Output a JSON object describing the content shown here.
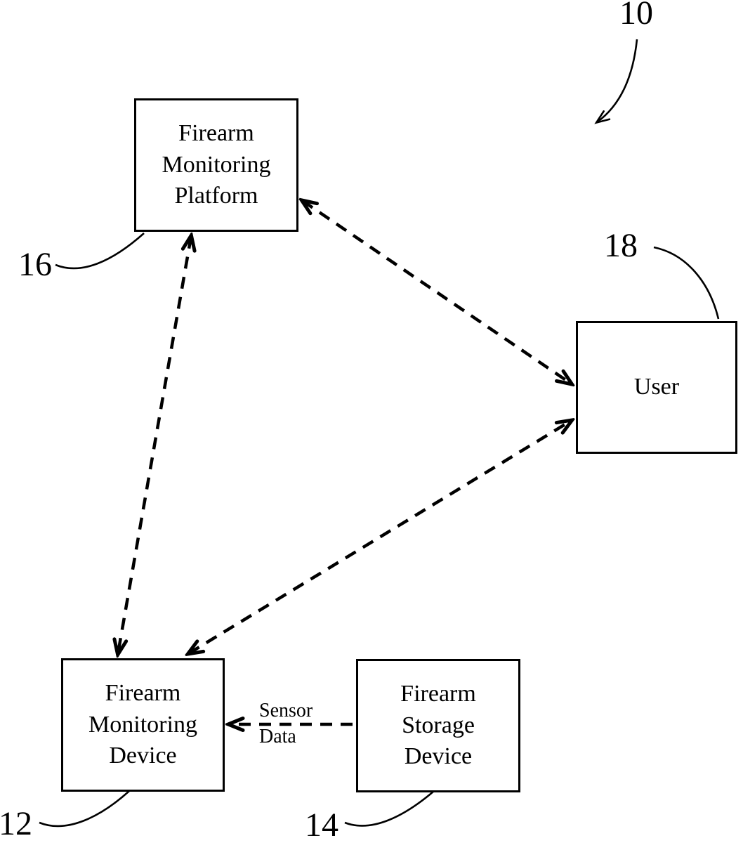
{
  "figure": {
    "ref_label": "10",
    "nodes": [
      {
        "id": "firearm-monitoring-platform",
        "label": "Firearm Monitoring Platform",
        "ref": "16"
      },
      {
        "id": "user",
        "label": "User",
        "ref": "18"
      },
      {
        "id": "firearm-monitoring-device",
        "label": "Firearm Monitoring Device",
        "ref": "12"
      },
      {
        "id": "firearm-storage-device",
        "label": "Firearm Storage Device",
        "ref": "14"
      }
    ],
    "edges": [
      {
        "from": "firearm-monitoring-platform",
        "to": "firearm-monitoring-device",
        "style": "dashed",
        "arrows": "both"
      },
      {
        "from": "firearm-monitoring-platform",
        "to": "user",
        "style": "dashed",
        "arrows": "both"
      },
      {
        "from": "firearm-monitoring-device",
        "to": "user",
        "style": "dashed",
        "arrows": "both"
      },
      {
        "from": "firearm-storage-device",
        "to": "firearm-monitoring-device",
        "style": "dashed",
        "arrows": "end",
        "label_line1": "Sensor",
        "label_line2": "Data"
      }
    ],
    "colors": {
      "ink": "#000000",
      "background": "#ffffff"
    }
  }
}
